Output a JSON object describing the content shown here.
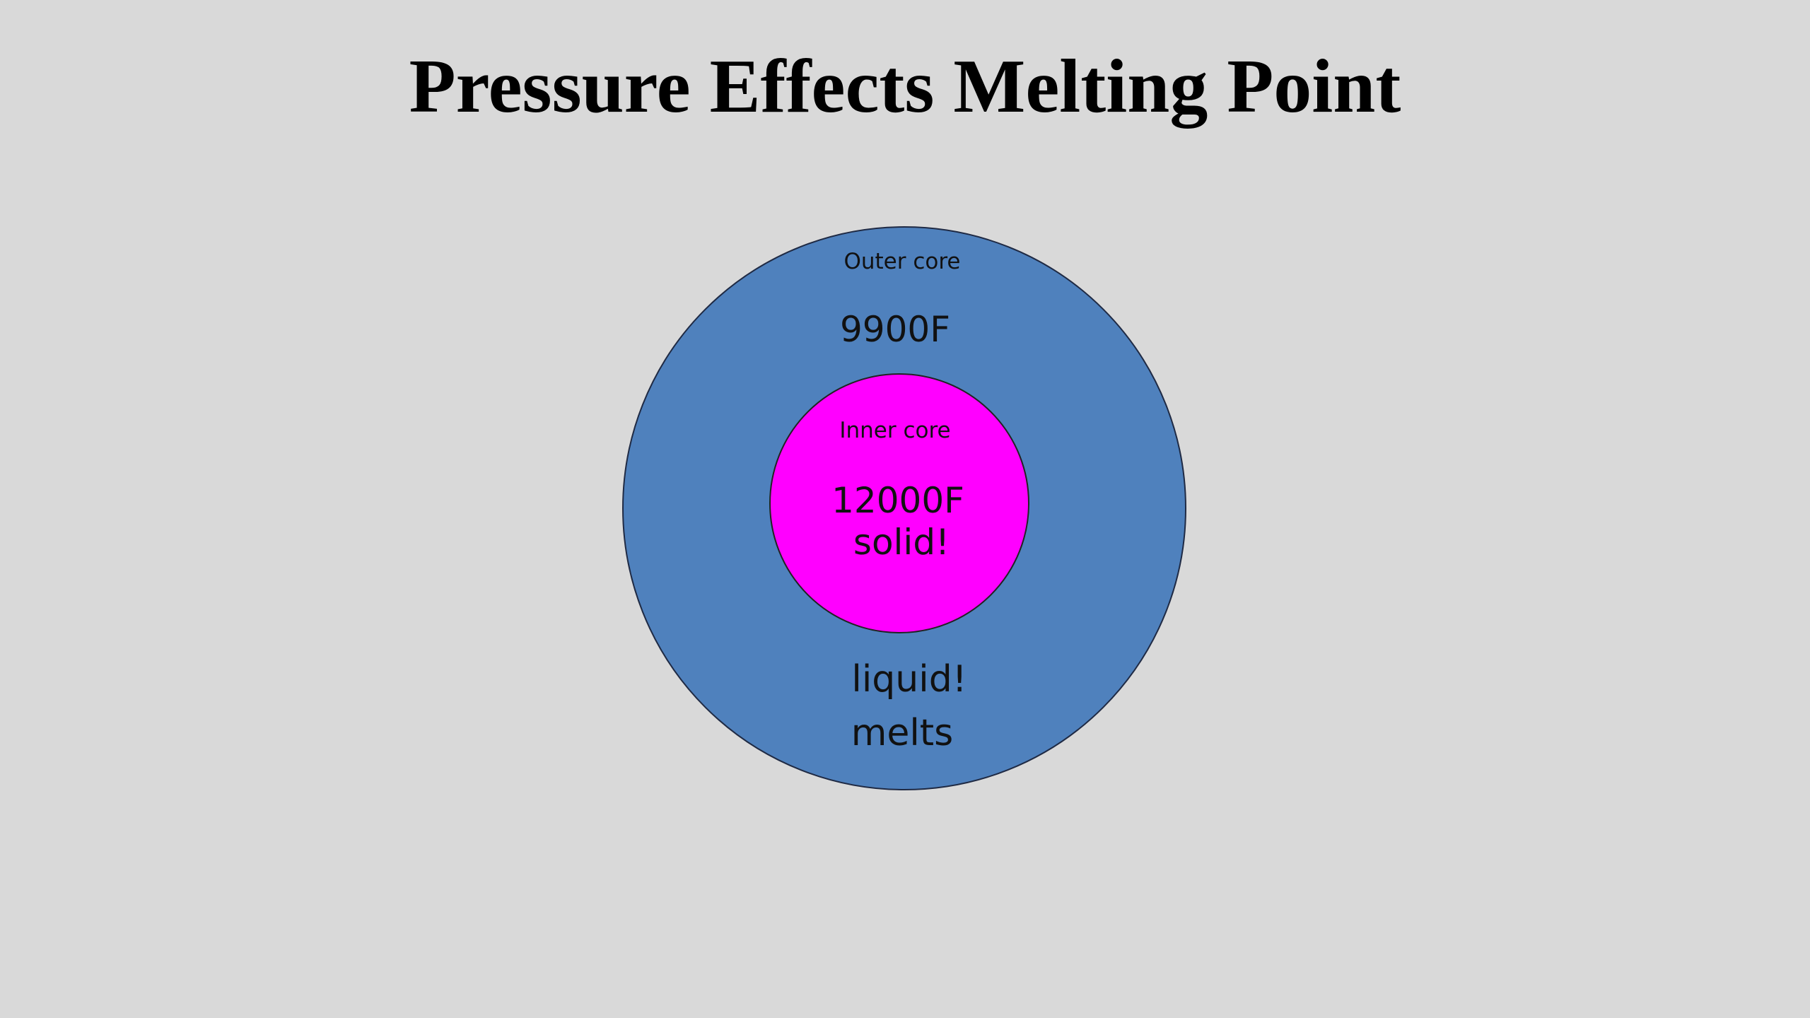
{
  "title": "Pressure Effects Melting Point",
  "colors": {
    "background": "#d9d9d9",
    "outer_core": "#4f81bd",
    "inner_core": "#ff00ff"
  },
  "outer_core": {
    "label": "Outer core",
    "temperature": "9900F",
    "state": "liquid!",
    "note": "melts"
  },
  "inner_core": {
    "label": "Inner core",
    "temperature": "12000F",
    "state": "solid!"
  }
}
